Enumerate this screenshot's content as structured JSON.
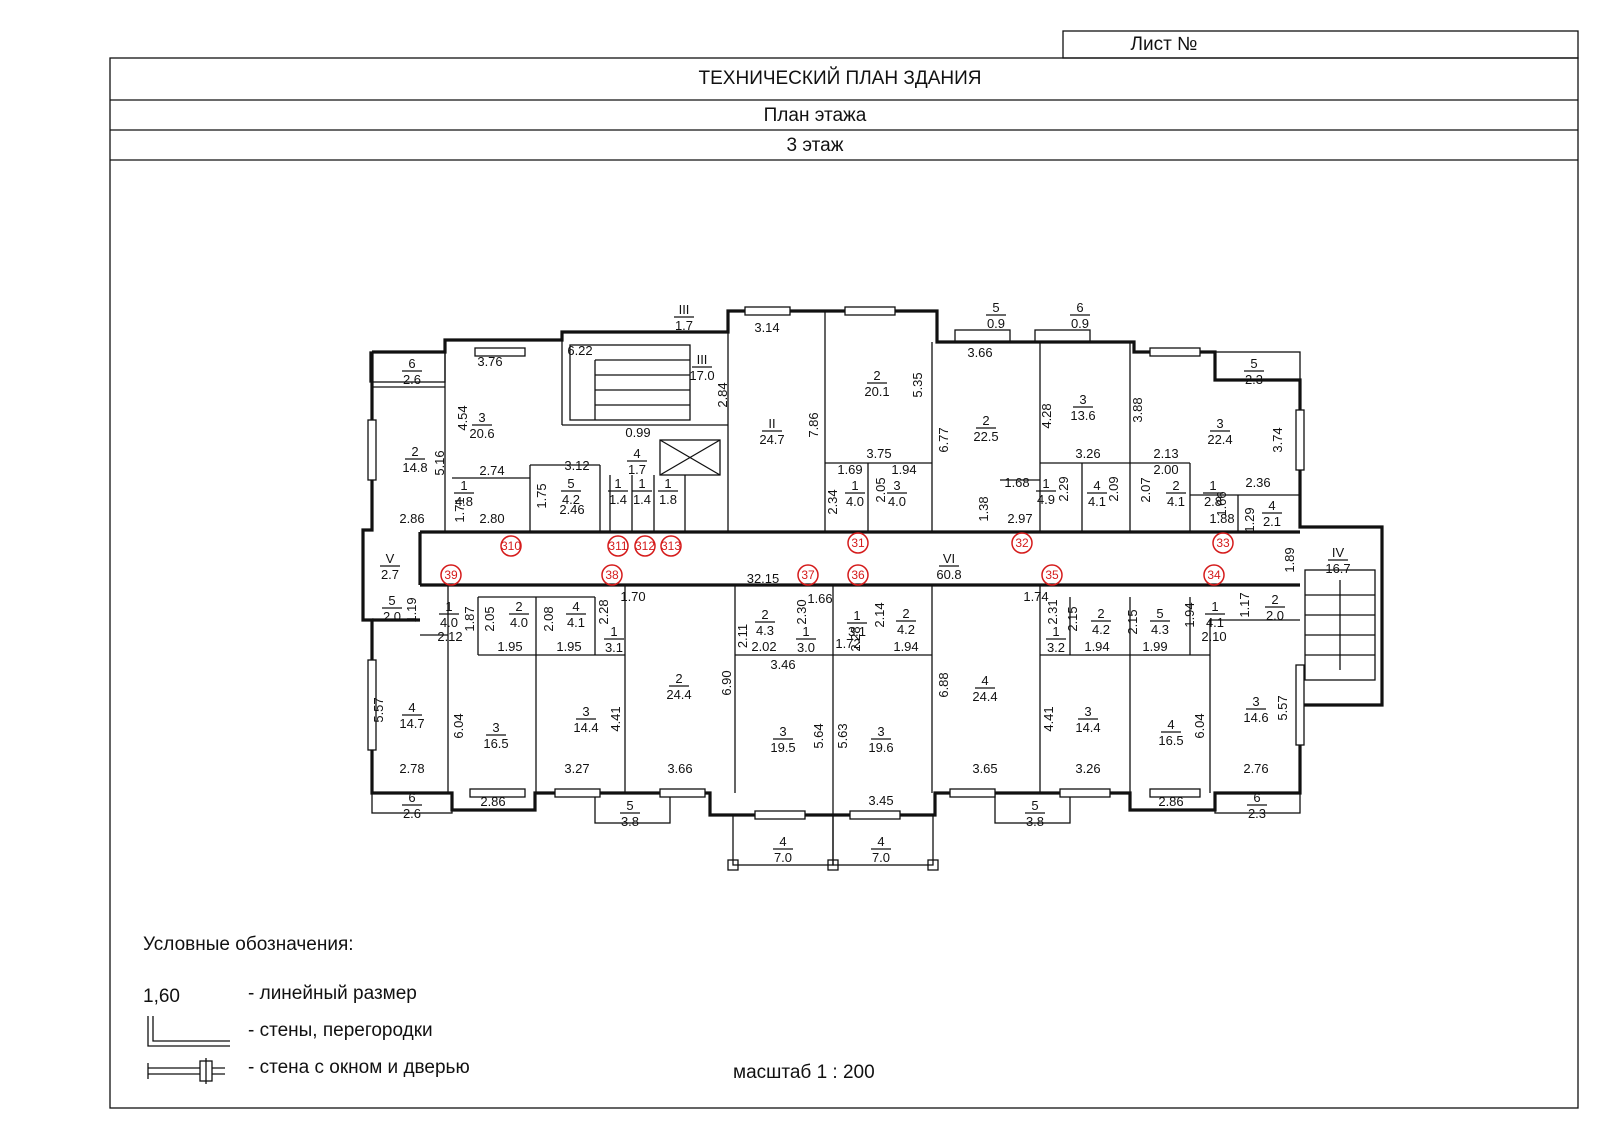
{
  "header": {
    "sheet_label": "Лист №",
    "title": "ТЕХНИЧЕСКИЙ ПЛАН ЗДАНИЯ",
    "subtitle": "План этажа",
    "floor": "3 этаж"
  },
  "rooms": [
    {
      "num": "6",
      "area": "2.6"
    },
    {
      "num": "2",
      "area": "14.8"
    },
    {
      "num": "3",
      "area": "20.6"
    },
    {
      "num": "1",
      "area": "4.8"
    },
    {
      "num": "5",
      "area": "4.2"
    },
    {
      "num": "III",
      "area": "17.0"
    },
    {
      "num": "III",
      "area": "1.7"
    },
    {
      "num": "4",
      "area": "1.7"
    },
    {
      "num": "1",
      "area": "1.4"
    },
    {
      "num": "1",
      "area": "1.4"
    },
    {
      "num": "1",
      "area": "1.8"
    },
    {
      "num": "II",
      "area": "24.7"
    },
    {
      "num": "2",
      "area": "20.1"
    },
    {
      "num": "1",
      "area": "4.0"
    },
    {
      "num": "3",
      "area": "4.0"
    },
    {
      "num": "5",
      "area": "0.9"
    },
    {
      "num": "2",
      "area": "22.5"
    },
    {
      "num": "1",
      "area": "4.9"
    },
    {
      "num": "6",
      "area": "0.9"
    },
    {
      "num": "3",
      "area": "13.6"
    },
    {
      "num": "4",
      "area": "4.1"
    },
    {
      "num": "5",
      "area": "2.3"
    },
    {
      "num": "3",
      "area": "22.4"
    },
    {
      "num": "2",
      "area": "4.1"
    },
    {
      "num": "1",
      "area": "2.8"
    },
    {
      "num": "4",
      "area": "2.1"
    },
    {
      "num": "V",
      "area": "2.7"
    },
    {
      "num": "VI",
      "area": "60.8"
    },
    {
      "num": "IV",
      "area": "16.7"
    },
    {
      "num": "5",
      "area": "2.0"
    },
    {
      "num": "1",
      "area": "4.0"
    },
    {
      "num": "2",
      "area": "4.0"
    },
    {
      "num": "4",
      "area": "4.1"
    },
    {
      "num": "1",
      "area": "3.1"
    },
    {
      "num": "2",
      "area": "4.3"
    },
    {
      "num": "1",
      "area": "3.0"
    },
    {
      "num": "1",
      "area": "3.1"
    },
    {
      "num": "2",
      "area": "4.2"
    },
    {
      "num": "1",
      "area": "3.2"
    },
    {
      "num": "2",
      "area": "4.2"
    },
    {
      "num": "5",
      "area": "4.3"
    },
    {
      "num": "1",
      "area": "4.1"
    },
    {
      "num": "2",
      "area": "2.0"
    },
    {
      "num": "4",
      "area": "14.7"
    },
    {
      "num": "3",
      "area": "16.5"
    },
    {
      "num": "3",
      "area": "14.4"
    },
    {
      "num": "2",
      "area": "24.4"
    },
    {
      "num": "3",
      "area": "19.5"
    },
    {
      "num": "3",
      "area": "19.6"
    },
    {
      "num": "4",
      "area": "24.4"
    },
    {
      "num": "3",
      "area": "14.4"
    },
    {
      "num": "4",
      "area": "16.5"
    },
    {
      "num": "3",
      "area": "14.6"
    },
    {
      "num": "6",
      "area": "2.6"
    },
    {
      "num": "5",
      "area": "3.8"
    },
    {
      "num": "5",
      "area": "3.8"
    },
    {
      "num": "6",
      "area": "2.3"
    },
    {
      "num": "4",
      "area": "7.0"
    },
    {
      "num": "4",
      "area": "7.0"
    }
  ],
  "dimensions": [
    "3.76",
    "6.22",
    "2.84",
    "3.14",
    "7.86",
    "5.35",
    "3.66",
    "3.88",
    "3.74",
    "4.54",
    "5.16",
    "2.74",
    "3.12",
    "1.71",
    "1.75",
    "2.46",
    "2.86",
    "2.80",
    "0.99",
    "3.75",
    "1.69",
    "1.94",
    "2.34",
    "2.05",
    "6.77",
    "4.28",
    "3.26",
    "1.68",
    "1.38",
    "2.97",
    "2.29",
    "2.09",
    "2.07",
    "2.13",
    "2.00",
    "2.36",
    "1.66",
    "1.29",
    "1.88",
    "1.89",
    "32.15",
    "1.19",
    "1.87",
    "2.05",
    "2.08",
    "2.28",
    "1.70",
    "2.12",
    "1.95",
    "1.95",
    "2.11",
    "2.02",
    "2.30",
    "1.66",
    "3.46",
    "2.14",
    "2.28",
    "1.72",
    "1.94",
    "1.74",
    "2.31",
    "2.15",
    "1.94",
    "2.15",
    "1.99",
    "1.94",
    "2.10",
    "1.17",
    "5.57",
    "6.04",
    "4.41",
    "6.90",
    "5.64",
    "5.63",
    "6.88",
    "4.41",
    "6.04",
    "5.57",
    "2.78",
    "2.86",
    "3.27",
    "3.66",
    "3.65",
    "3.26",
    "2.86",
    "2.76",
    "3.45"
  ],
  "marks": [
    "310",
    "311",
    "312",
    "313",
    "31",
    "32",
    "33",
    "39",
    "38",
    "37",
    "36",
    "35",
    "34"
  ],
  "legend": {
    "title": "Условные обозначения:",
    "sample_value": "1,60",
    "linear_size": "- линейный размер",
    "walls": "- стены, перегородки",
    "wall_window_door": "- стена с окном и дверью"
  },
  "scale": "масштаб 1 : 200"
}
